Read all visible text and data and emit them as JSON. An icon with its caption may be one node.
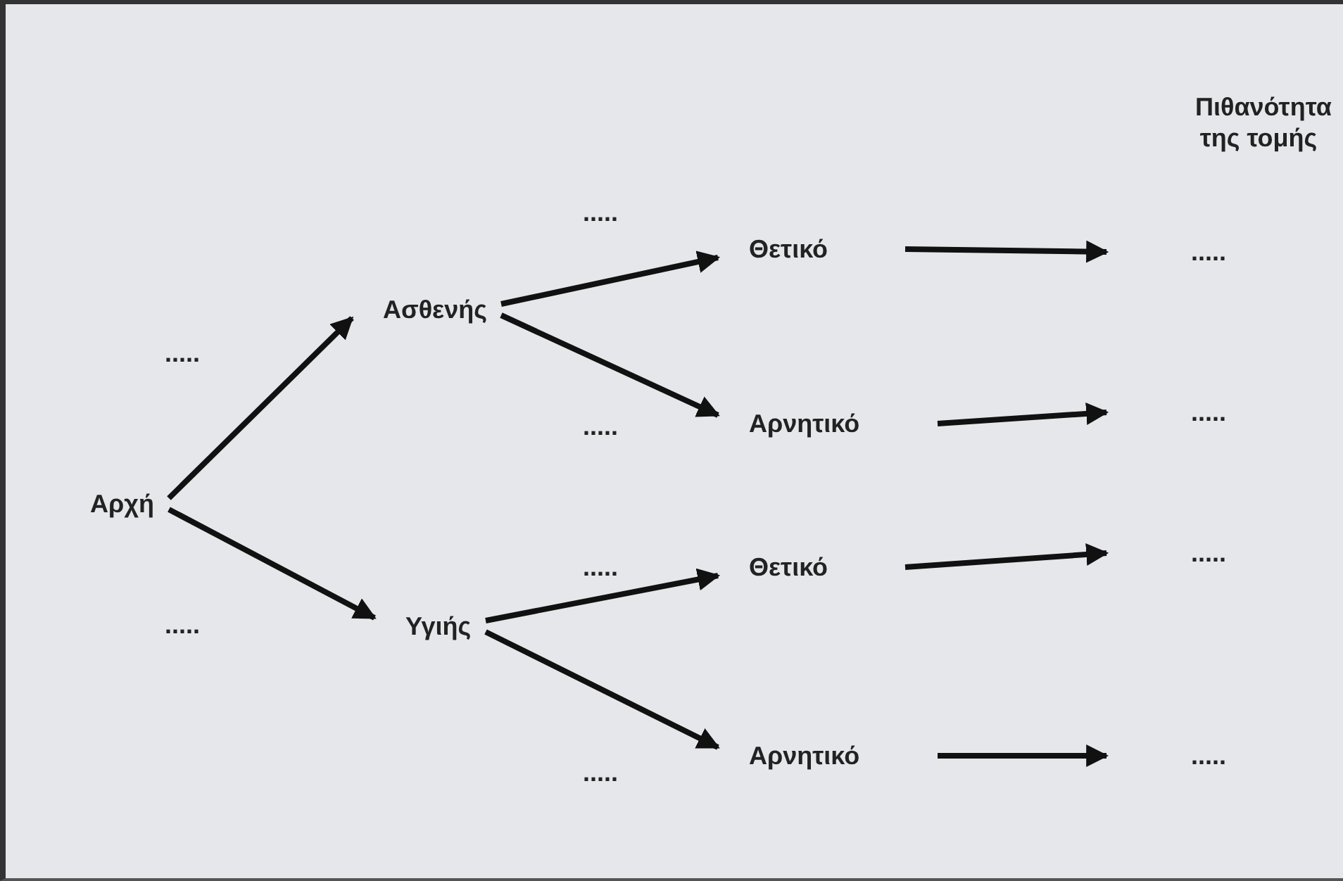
{
  "diagram": {
    "nodes": [
      {
        "text": [
          "Αρχή"
        ]
      },
      {
        "text": [
          "Ασθενής"
        ]
      },
      {
        "text": [
          "Υγιής"
        ]
      },
      {
        "text": [
          "Θετικό"
        ]
      },
      {
        "text": [
          "Αρνητικό"
        ]
      },
      {
        "text": [
          "Θετικό"
        ]
      },
      {
        "text": [
          "Αρνητικό"
        ]
      },
      {
        "text": [
          "....."
        ]
      },
      {
        "text": [
          "....."
        ]
      },
      {
        "text": [
          "....."
        ]
      },
      {
        "text": [
          "....."
        ]
      }
    ],
    "edges": [
      {
        "from": 0,
        "to": 1,
        "arrow": "to",
        "label": "....."
      },
      {
        "from": 0,
        "to": 2,
        "arrow": "to",
        "label": "....."
      },
      {
        "from": 1,
        "to": 3,
        "arrow": "to",
        "label": "....."
      },
      {
        "from": 1,
        "to": 4,
        "arrow": "to",
        "label": "....."
      },
      {
        "from": 2,
        "to": 5,
        "arrow": "to",
        "label": "....."
      },
      {
        "from": 2,
        "to": 6,
        "arrow": "to",
        "label": "....."
      },
      {
        "from": 3,
        "to": 7,
        "arrow": "to"
      },
      {
        "from": 4,
        "to": 8,
        "arrow": "to"
      },
      {
        "from": 5,
        "to": 9,
        "arrow": "to"
      },
      {
        "from": 6,
        "to": 10,
        "arrow": "to"
      }
    ],
    "labels": [
      "Πιθανότητα της τομής"
    ]
  }
}
